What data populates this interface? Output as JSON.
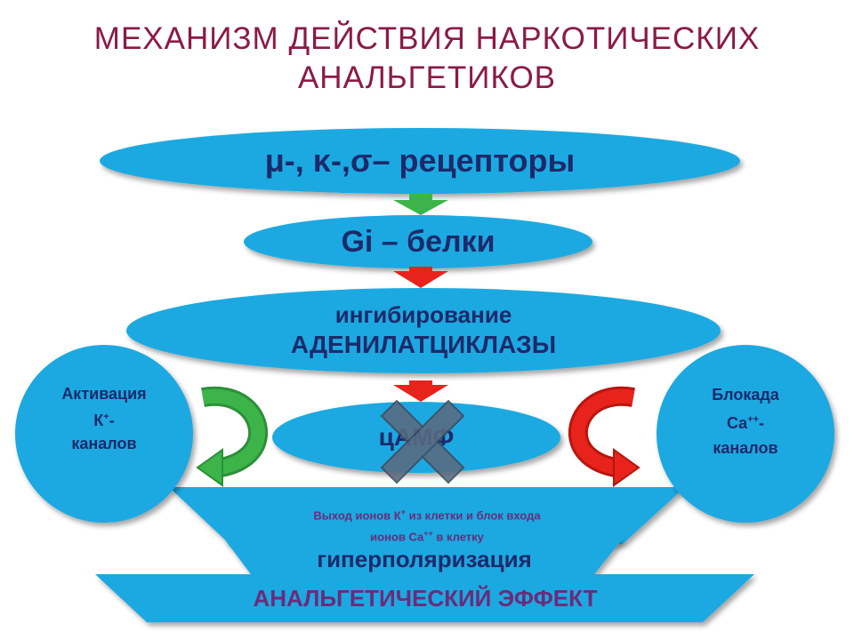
{
  "title": {
    "line1": "МЕХАНИЗМ ДЕЙСТВИЯ НАРКОТИЧЕСКИХ",
    "line2": "АНАЛЬГЕТИКОВ"
  },
  "nodes": {
    "receptors": "μ-, κ-,σ– рецепторы",
    "gi_proteins": "Gi – белки",
    "inhibition_line1": "ингибирование",
    "inhibition_line2": "АДЕНИЛАТЦИКЛАЗЫ",
    "camp": "цАМФ",
    "k_activation": {
      "line1": "Активация",
      "line2_base": "К",
      "line2_sup": "+",
      "line2_tail": "-",
      "line3": "каналов"
    },
    "ca_block": {
      "line1": "Блокада",
      "line2_base": "Са",
      "line2_sup": "++",
      "line2_tail": "-",
      "line3": "каналов"
    },
    "ion_flow": {
      "p1": "Выход ионов К",
      "sup1": "+",
      "p2": " из клетки и блок входа",
      "p3": "ионов Са",
      "sup2": "++",
      "p4": " в клетку"
    },
    "hyperpolarization": "гиперполяризация",
    "effect": "АНАЛЬГЕТИЧЕСКИЙ ЭФФЕКТ"
  },
  "colors": {
    "title": "#8b1a46",
    "shape_fill": "#1aa9e1",
    "dark_text": "#1c2a6b",
    "effect_text": "#6a2c7a",
    "green_arrow": "#3cb449",
    "red_arrow": "#e8231c",
    "cross": "#5a6a80"
  }
}
